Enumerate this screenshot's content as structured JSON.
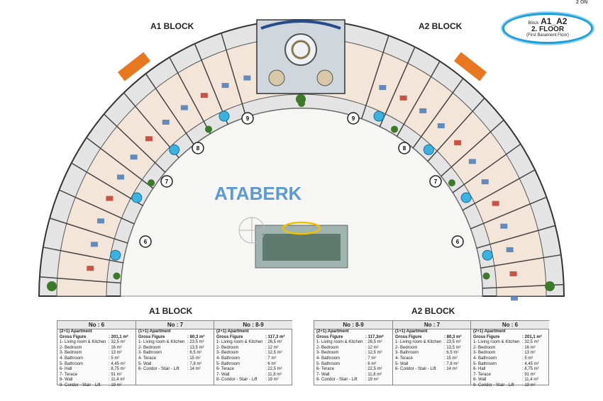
{
  "page_label": "2 ON",
  "badge": {
    "prefix": "Block",
    "blocks": "A1_A2",
    "floor": "2. FLOOR",
    "note": "(First Basement Floor)"
  },
  "plan": {
    "left_block_title": "A1 BLOCK",
    "right_block_title": "A2 BLOCK",
    "logo": "ATABERK",
    "unit_markers": [
      "9",
      "8",
      "7",
      "6"
    ]
  },
  "tables": {
    "a1": {
      "title": "A1 BLOCK",
      "columns": [
        {
          "header": "No : 6",
          "rows": [
            [
              "(2+1) Apartment",
              ""
            ],
            [
              "Gross Figure",
              ": 201,1 m²"
            ],
            [
              "1- Living room & Kitchen",
              ": 32,5 m²"
            ],
            [
              "2- Bedroom",
              ": 16 m²"
            ],
            [
              "3- Bedroom",
              ": 13 m²"
            ],
            [
              "4- Bathroom",
              ": 5 m²"
            ],
            [
              "5- Bathroom",
              ": 4,45 m²"
            ],
            [
              "6- Hall",
              ": 8,75 m²"
            ],
            [
              "7- Terace",
              ": 91 m²"
            ],
            [
              "8- Wall",
              ": 11,4 m²"
            ],
            [
              "9- Coridor - Stair - Lift",
              ": 19 m²"
            ]
          ]
        },
        {
          "header": "No : 7",
          "rows": [
            [
              "(1+1) Apartment",
              ""
            ],
            [
              "Gross Figure",
              ": 80,3 m²"
            ],
            [
              "1- Living room & Kitchen",
              ": 23,5 m²"
            ],
            [
              "2- Bedroom",
              ": 13,5 m²"
            ],
            [
              "3- Bathroom",
              ": 6,5 m²"
            ],
            [
              "4- Terace",
              ": 15 m²"
            ],
            [
              "5- Wall",
              ": 7,8 m²"
            ],
            [
              "6- Coridor - Stair - Lift",
              ": 14 m²"
            ]
          ]
        },
        {
          "header": "No : 8-9",
          "rows": [
            [
              "(2+1) Apartment",
              ""
            ],
            [
              "Gross Figure",
              ": 117,3 m²"
            ],
            [
              "1- Living room & Kitchen",
              ": 26,5 m²"
            ],
            [
              "2- Bedroom",
              ": 12 m²"
            ],
            [
              "3- Bedroom",
              ": 12,5 m²"
            ],
            [
              "4- Bathroom",
              ": 7 m²"
            ],
            [
              "5- Bathroom",
              ": 6 m²"
            ],
            [
              "6- Terace",
              ": 22,5 m²"
            ],
            [
              "7- Wall",
              ": 11,8 m²"
            ],
            [
              "8- Coridor - Stair - Lift",
              ": 19 m²"
            ]
          ]
        }
      ]
    },
    "a2": {
      "title": "A2 BLOCK",
      "columns": [
        {
          "header": "No : 8-9",
          "rows": [
            [
              "(2+1) Apartment",
              ""
            ],
            [
              "Gross Figure",
              ": 117,3m²"
            ],
            [
              "1- Living room & Kitchen",
              ": 26,5 m²"
            ],
            [
              "2- Bedroom",
              ": 12 m²"
            ],
            [
              "3- Bedroom",
              ": 12,5 m²"
            ],
            [
              "4- Bathroom",
              ": 7 m²"
            ],
            [
              "5- Bathroom",
              ": 6 m²"
            ],
            [
              "6- Terace",
              ": 22,5 m²"
            ],
            [
              "7- Wall",
              ": 11,8 m²"
            ],
            [
              "8- Coridor - Stair - Lift",
              ": 19 m²"
            ]
          ]
        },
        {
          "header": "No : 7",
          "rows": [
            [
              "(1+1) Apartment",
              ""
            ],
            [
              "Gross Figure",
              ": 80,3 m²"
            ],
            [
              "1- Living room & Kitchen",
              ": 23,5 m²"
            ],
            [
              "2- Bedroom",
              ": 13,5 m²"
            ],
            [
              "3- Bathroom",
              ": 6,5 m²"
            ],
            [
              "4- Terace",
              ": 15 m²"
            ],
            [
              "5- Wall",
              ": 7,8 m²"
            ],
            [
              "6- Coridor - Stair - Lift",
              ": 14 m²"
            ]
          ]
        },
        {
          "header": "No : 6",
          "rows": [
            [
              "(2+1) Apartment",
              ""
            ],
            [
              "Gross Figure",
              ": 201,1 m²"
            ],
            [
              "1- Living room & Kitchen",
              ": 32,5 m²"
            ],
            [
              "2- Bedroom",
              ": 16 m²"
            ],
            [
              "3- Bedroom",
              ": 13 m²"
            ],
            [
              "4- Bathroom",
              ": 5 m²"
            ],
            [
              "5- Bathroom",
              ": 4,45 m²"
            ],
            [
              "6- Hall",
              ": 8,75 m²"
            ],
            [
              "7- Terace",
              ": 91 m²"
            ],
            [
              "8- Wall",
              ": 11,4 m²"
            ],
            [
              "9- Coridor - Stair - Lift",
              ": 19 m²"
            ]
          ]
        }
      ]
    }
  },
  "colors": {
    "wall": "#3a3a3a",
    "floor": "#f3e6d8",
    "room": "#d8d8d8",
    "bed": "#c0392b",
    "accent": "#1e9fd8",
    "orange": "#e8771f"
  }
}
